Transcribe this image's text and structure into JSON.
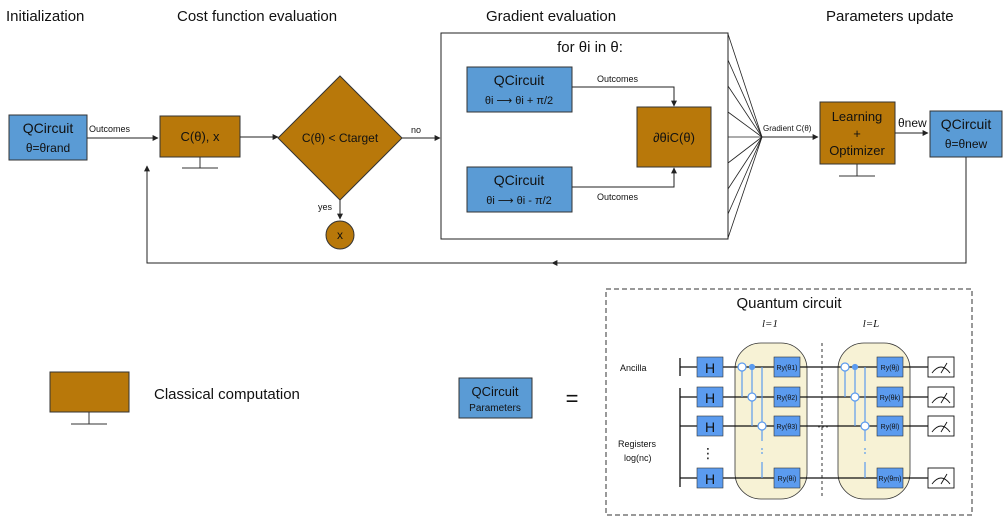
{
  "stages": {
    "initialization": "Initialization",
    "cost": "Cost function evaluation",
    "gradient": "Gradient evaluation",
    "update": "Parameters update"
  },
  "boxes": {
    "init_title": "QCircuit",
    "init_sub": "θ=θrand",
    "cost_label": "C(θ), x",
    "decision_label": "C(θ) < Ctarget",
    "x_label": "x",
    "loop_header": "for  θi  in  θ:",
    "plus_title": "QCircuit",
    "plus_sub": "θi ⟶ θi + π/2",
    "minus_title": "QCircuit",
    "minus_sub": "θi ⟶ θi - π/2",
    "partial_label": "∂θiC(θ)",
    "learning_line1": "Learning",
    "learning_line2": "+",
    "learning_line3": "Optimizer",
    "new_title": "QCircuit",
    "new_sub": "θ=θnew"
  },
  "edges": {
    "outcomes_init": "Outcomes",
    "no": "no",
    "yes": "yes",
    "outcomes_plus": "Outcomes",
    "outcomes_minus": "Outcomes",
    "gradient": "Gradient C(θ)",
    "theta_new": "θnew"
  },
  "legend": {
    "classical": "Classical computation",
    "qc_title": "QCircuit",
    "qc_sub": "Parameters",
    "equals": "="
  },
  "circuit": {
    "title": "Quantum circuit",
    "layer_first": "l=1",
    "layer_last": "l=L",
    "ancilla": "Ancilla",
    "registers": "Registers",
    "registers_sub": "log(nc)",
    "h": "H",
    "gates1": [
      "Ry(θ1)",
      "Ry(θ2)",
      "Ry(θ3)",
      "Ry(θi)"
    ],
    "gates2": [
      "Ry(θj)",
      "Ry(θk)",
      "Ry(θl)",
      "Ry(θm)"
    ],
    "dots": "⋮",
    "hdots": "···"
  },
  "colors": {
    "quantum_blue": "#5a9bd5",
    "classical_brown": "#b8780a",
    "gate_blue": "#5b9bef",
    "layer_fill": "#f7f2d5"
  }
}
